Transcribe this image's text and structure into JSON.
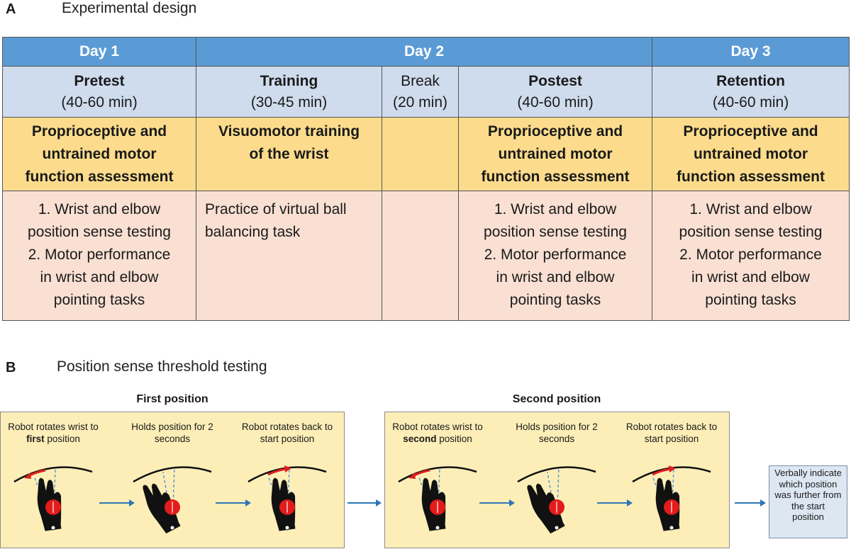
{
  "section_a": {
    "letter": "A",
    "title": "Experimental design"
  },
  "table": {
    "days": [
      "Day 1",
      "Day 2",
      "Day 3"
    ],
    "phases": [
      {
        "name": "Pretest",
        "duration": "(40-60 min)"
      },
      {
        "name": "Training",
        "duration": "(30-45 min)"
      },
      {
        "name": "Break",
        "duration": "(20 min)"
      },
      {
        "name": "Postest",
        "duration": "(40-60 min)"
      },
      {
        "name": "Retention",
        "duration": "(40-60 min)"
      }
    ],
    "assessments": [
      {
        "lines": [
          "Proprioceptive and",
          "untrained motor",
          "function assessment"
        ]
      },
      {
        "lines": [
          "Visuomotor training",
          "of the wrist",
          ""
        ]
      },
      {
        "lines": [
          "",
          "",
          ""
        ]
      },
      {
        "lines": [
          "Proprioceptive and",
          "untrained motor",
          "function assessment"
        ]
      },
      {
        "lines": [
          "Proprioceptive and",
          "untrained motor",
          "function assessment"
        ]
      }
    ],
    "details": [
      {
        "lines": [
          "1. Wrist and elbow",
          "position sense testing",
          "2. Motor performance",
          "in wrist and elbow",
          "pointing tasks"
        ]
      },
      {
        "lines": [
          "Practice of virtual ball",
          "balancing task",
          "",
          "",
          ""
        ]
      },
      {
        "lines": [
          "",
          "",
          "",
          "",
          ""
        ]
      },
      {
        "lines": [
          "1. Wrist and elbow",
          "position sense testing",
          "2. Motor performance",
          "in wrist and elbow",
          "pointing tasks"
        ]
      },
      {
        "lines": [
          "1. Wrist and elbow",
          "position sense testing",
          "2. Motor performance",
          "in wrist and elbow",
          "pointing tasks"
        ]
      }
    ]
  },
  "section_b": {
    "letter": "B",
    "title": "Position sense threshold testing"
  },
  "positions": [
    {
      "heading": "First position",
      "steps": [
        {
          "line1": "Robot rotates wrist to",
          "line2_bold": "first",
          "line2_rest": " position",
          "hand": "rotated-left",
          "motion": "out"
        },
        {
          "line1": "Holds position for 2",
          "line2_bold": "",
          "line2_rest": "seconds",
          "hand": "held",
          "motion": "none"
        },
        {
          "line1": "Robot rotates back to",
          "line2_bold": "",
          "line2_rest": "start position",
          "hand": "rotated-left",
          "motion": "back"
        }
      ]
    },
    {
      "heading": "Second position",
      "steps": [
        {
          "line1": "Robot rotates wrist to",
          "line2_bold": "second",
          "line2_rest": " position",
          "hand": "rotated-left",
          "motion": "out"
        },
        {
          "line1": "Holds position for 2",
          "line2_bold": "",
          "line2_rest": "seconds",
          "hand": "held",
          "motion": "none"
        },
        {
          "line1": "Robot rotates back to",
          "line2_bold": "",
          "line2_rest": "start position",
          "hand": "rotated-left",
          "motion": "back"
        }
      ]
    }
  ],
  "verbal_box": {
    "lines": [
      "Verbally indicate",
      "which position",
      "was further from",
      "the start",
      "position"
    ]
  },
  "colors": {
    "day_header": "#5b9bd5",
    "phase_row": "#cfdcee",
    "assessment_row": "#fcdc8c",
    "detail_row": "#f9e0d3",
    "panel_bg": "#fdeeb8",
    "arrow": "#2e75b6",
    "motion_arrow": "#e0201c",
    "hand": "#111111",
    "joint": "#e31b1b",
    "guide_line": "#5b9bd5",
    "verbal_box": "#dde7f2"
  }
}
